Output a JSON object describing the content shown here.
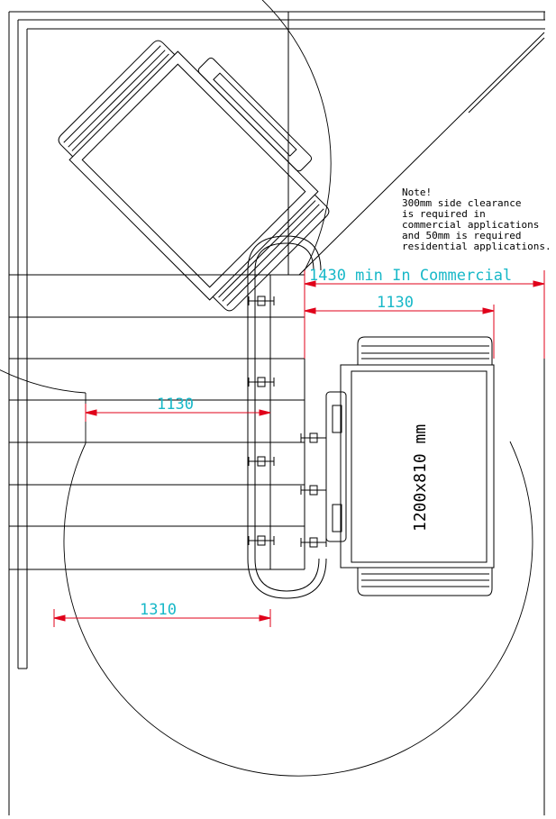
{
  "colors": {
    "lines": "#000000",
    "dimension_lines": "#e0001a",
    "dimension_text": "#18b8c8",
    "note_text": "#000000"
  },
  "note": {
    "heading": "Note!",
    "lines": [
      "300mm side clearance",
      "is required in",
      "commercial applications",
      "and 50mm is required",
      "residential applications."
    ]
  },
  "dimensions": {
    "commercial_min": "1430 min In Commercial",
    "platform_width_top": "1130",
    "platform_width_left": "1130",
    "bottom_run": "1310",
    "platform_size": "1200x810 mm"
  }
}
